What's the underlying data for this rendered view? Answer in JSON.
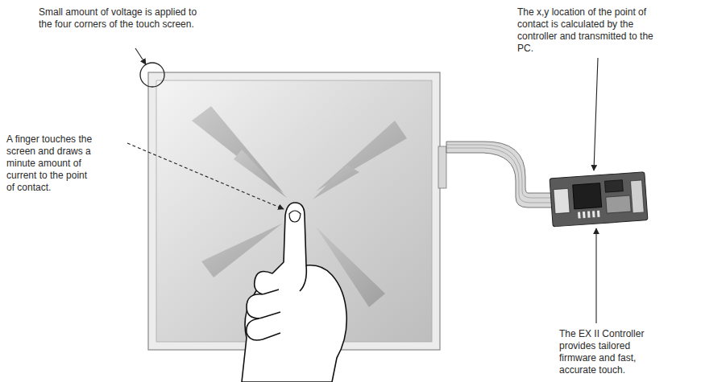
{
  "diagram": {
    "labels": [
      "Small amount of voltage is applied to the four corners of the touch screen.",
      "A finger touches the screen and draws a minute amount of current to the point of contact.",
      "The x,y location of the point of contact is calculated by the controller and transmitted to the PC.",
      "The EX II Controller provides tailored firmware and fast, accurate touch."
    ]
  }
}
